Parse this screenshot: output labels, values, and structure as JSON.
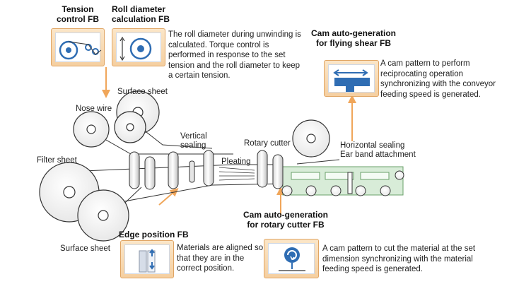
{
  "colors": {
    "accent_orange": "#f0a65a",
    "icon_bg": "#f8dcb4",
    "icon_blue": "#2f6db3",
    "conveyor_green": "#d8ecd8",
    "conveyor_border": "#6aa06a",
    "roll_stroke": "#333333"
  },
  "fb": {
    "tension": {
      "title": "Tension\ncontrol FB",
      "icon": "tension-rollers-icon"
    },
    "roll_diameter": {
      "title": "Roll diameter\ncalculation FB",
      "description": "The roll diameter during unwinding is calculated. Torque control is performed in response to the set tension and the roll diameter to keep a certain tension.",
      "icon": "roll-diameter-icon"
    },
    "flying_shear": {
      "title": "Cam auto-generation\nfor flying shear FB",
      "description": "A cam pattern to perform reciprocating operation synchronizing with the conveyor feeding speed is generated.",
      "icon": "reciprocating-cam-icon"
    },
    "edge_position": {
      "title": "Edge position FB",
      "description": "Materials are aligned so that they are in the correct position.",
      "icon": "edge-position-icon"
    },
    "rotary_cutter": {
      "title": "Cam auto-generation\nfor rotary cutter FB",
      "description": "A cam pattern to cut the material at the set dimension synchronizing with the material feeding speed is generated.",
      "icon": "rotary-cutter-icon"
    }
  },
  "labels": {
    "surface_sheet_top": "Surface sheet",
    "nose_wire": "Nose wire",
    "vertical_sealing": "Vertical\nsealing",
    "filter_sheet": "Filter sheet",
    "pleating": "Pleating",
    "rotary_cutter": "Rotary cutter",
    "horizontal_sealing": "Horizontal sealing",
    "ear_band": "Ear band attachment",
    "surface_sheet_bottom": "Surface sheet"
  }
}
